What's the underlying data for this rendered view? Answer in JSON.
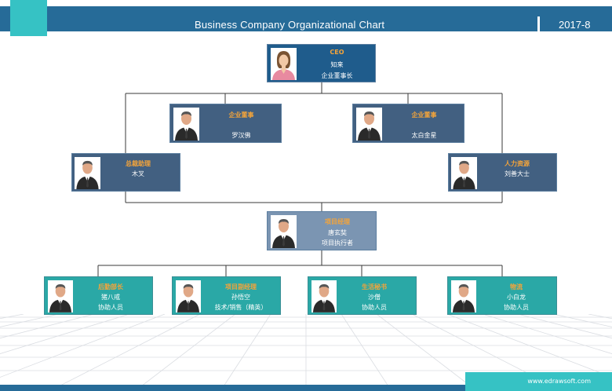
{
  "header": {
    "title": "Business Company Organizational Chart",
    "date": "2017-8"
  },
  "footer": {
    "website": "www.edrawsoft.com"
  },
  "nodes": {
    "ceo": {
      "role": "CEO",
      "name": "知来",
      "title": "企业董事长"
    },
    "director_left": {
      "role": "企业董事",
      "name": "罗汉佛"
    },
    "director_right": {
      "role": "企业董事",
      "name": "太白金星"
    },
    "assistant": {
      "role": "总裁助理",
      "name": "木叉"
    },
    "hr": {
      "role": "人力资源",
      "name": "刘善大士"
    },
    "pm": {
      "role": "项目经理",
      "name": "唐玄奘",
      "title": "项目执行者"
    },
    "staff": [
      {
        "role": "后勤部长",
        "name": "猪八戒",
        "title": "协助人员"
      },
      {
        "role": "项目副经理",
        "name": "孙悟空",
        "title": "技术/销售（精英）"
      },
      {
        "role": "生活秘书",
        "name": "沙僧",
        "title": "协助人员"
      },
      {
        "role": "物流",
        "name": "小白龙",
        "title": "协助人员"
      }
    ]
  },
  "colors": {
    "header": "#266b98",
    "accent_teal": "#36c2c4",
    "node_dark": "#426081",
    "role_text": "#f4a43a"
  }
}
